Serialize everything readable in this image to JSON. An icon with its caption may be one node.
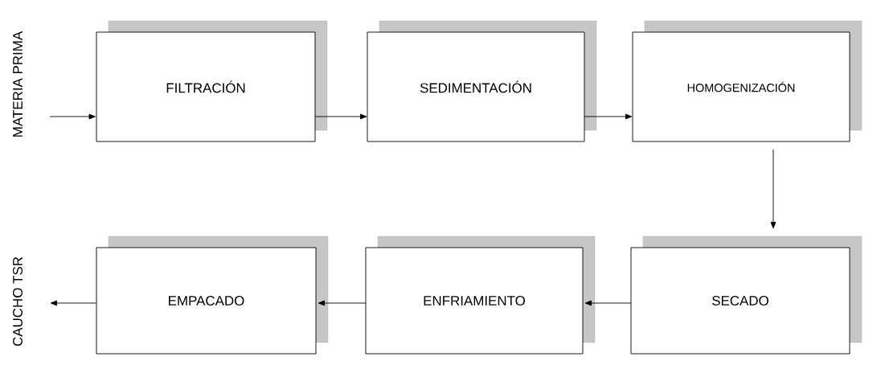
{
  "diagram": {
    "nodes": [
      {
        "text": [
          "MATERIA PRIMA"
        ]
      },
      {
        "text": [
          "FILTRACIÓN"
        ]
      },
      {
        "text": [
          "SEDIMENTACIÓN"
        ]
      },
      {
        "text": [
          "HOMOGENIZACIÓN"
        ]
      },
      {
        "text": [
          "SECADO"
        ]
      },
      {
        "text": [
          "ENFRIAMIENTO"
        ]
      },
      {
        "text": [
          "EMPACADO"
        ]
      },
      {
        "text": [
          "CAUCHO TSR"
        ]
      }
    ],
    "edges": [
      {
        "from": 0,
        "to": 1,
        "arrow": "to"
      },
      {
        "from": 1,
        "to": 2,
        "arrow": "to"
      },
      {
        "from": 2,
        "to": 3,
        "arrow": "to"
      },
      {
        "from": 3,
        "to": 4,
        "arrow": "to"
      },
      {
        "from": 4,
        "to": 5,
        "arrow": "to"
      },
      {
        "from": 5,
        "to": 6,
        "arrow": "to"
      },
      {
        "from": 6,
        "to": 7,
        "arrow": "to"
      }
    ]
  }
}
